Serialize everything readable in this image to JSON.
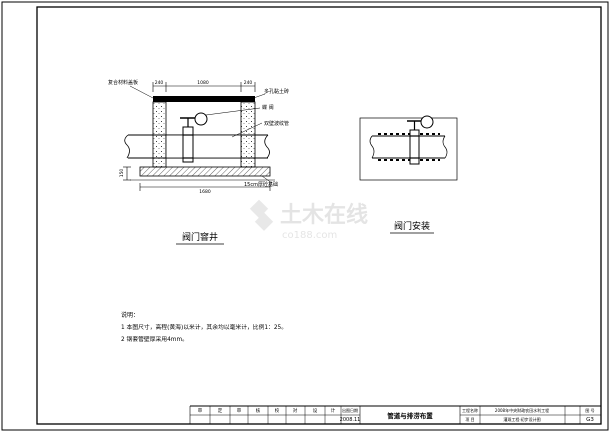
{
  "drawing": {
    "left_labels": {
      "cover": "复合材料盖板",
      "brick": "多孔黏土砖",
      "valve": "蝶 阀",
      "pipe": "双壁波纹管",
      "base": "15cm厚砼基础"
    },
    "dimensions": {
      "top_left": "240",
      "top_mid": "1080",
      "top_right": "240",
      "bottom": "1680",
      "side": "150"
    },
    "titles": {
      "valve_well": "阀门窨井",
      "valve_install": "阀门安装"
    },
    "watermark": {
      "main": "土木在线",
      "sub": "co188.com"
    }
  },
  "notes": {
    "heading": "说明：",
    "line1": "1 本图尺寸，高程(黄海)以米计，其余均以毫米计，比例1：25。",
    "line2": "2 钢套管壁厚采用4mm。"
  },
  "title_block": {
    "sign_cells": [
      "审",
      "定",
      "审",
      "核",
      "校",
      "对",
      "设",
      "计"
    ],
    "cell_blank": "",
    "cell_date_label": "出图日期",
    "cell_date": "2008.11",
    "drawing_title": "管道与排涝布置",
    "project_label": "工程名称",
    "project_name": "2008年中央财政农田水利工程",
    "item_label": "项  目",
    "item_name": "灌溉工程·初步设计图",
    "fig_label": "图  号",
    "fig_no": "G3"
  }
}
